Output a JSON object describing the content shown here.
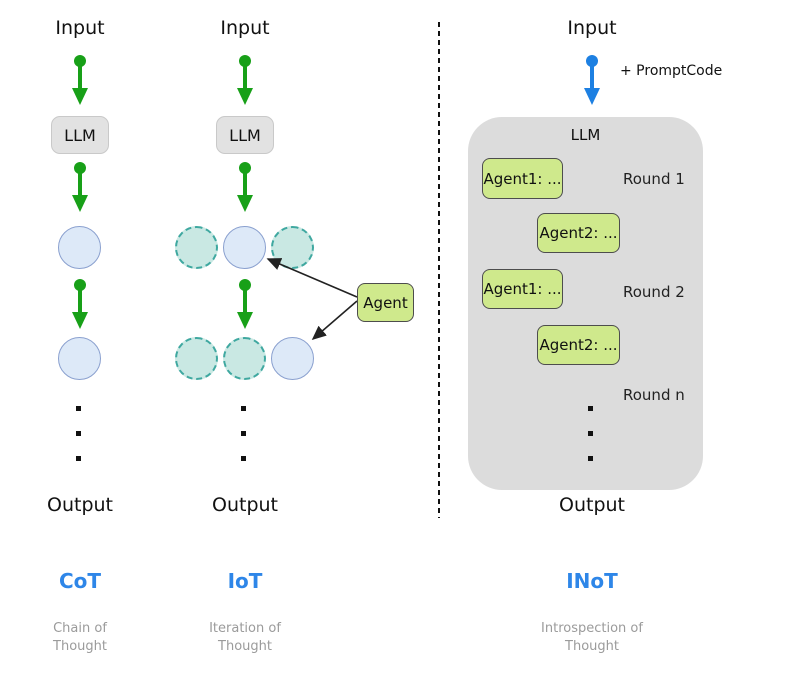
{
  "colors": {
    "text_color": "#111111",
    "green_arrow": "#18a018",
    "blue_arrow": "#1d80e2",
    "acronym_blue": "#2e86e8",
    "sublabel_gray": "#9b9b9b",
    "llm_box_bg": "#e2e2e2",
    "llm_box_border": "#c9c9c9",
    "container_box_bg": "#dcdcdc",
    "agent_box_bg": "#cfe98c",
    "agent_box_border": "#4d4d4d",
    "solid_node_bg": "#dde9f8",
    "solid_node_border": "#8aa0cf",
    "dashed_node_bg": "#c9e8e3",
    "dashed_node_border": "#3fa8a0",
    "divider_color": "#111111",
    "connector_color": "#222222"
  },
  "columns": {
    "cot": {
      "input_label": "Input",
      "llm_label": "LLM",
      "output_label": "Output",
      "acronym": "CoT",
      "full_name": "Chain of\nThought"
    },
    "iot": {
      "input_label": "Input",
      "llm_label": "LLM",
      "agent_label": "Agent",
      "output_label": "Output",
      "acronym": "IoT",
      "full_name": "Iteration of\nThought"
    },
    "inot": {
      "input_label": "Input",
      "prompt_code_label": "+ PromptCode",
      "llm_label": "LLM",
      "agent_boxes": [
        {
          "label": "Agent1: ..."
        },
        {
          "label": "Agent2: ..."
        },
        {
          "label": "Agent1: ..."
        },
        {
          "label": "Agent2: ..."
        }
      ],
      "round_labels": [
        "Round 1",
        "Round 2",
        "Round n"
      ],
      "output_label": "Output",
      "acronym": "INoT",
      "full_name": "Introspection of\nThought"
    }
  }
}
